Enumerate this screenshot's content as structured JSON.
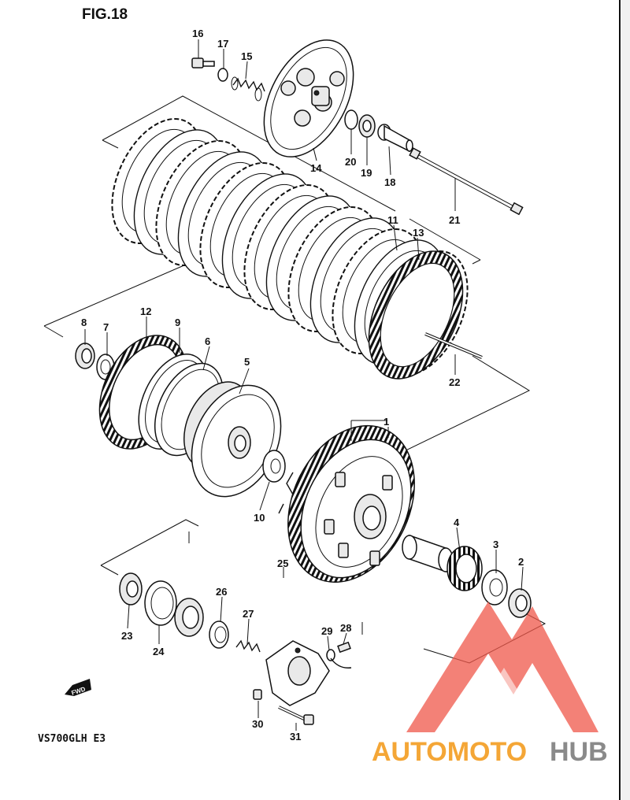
{
  "figure": {
    "title": "FIG.18",
    "model": "VS700GLH E3",
    "fwd_label": "FWD"
  },
  "watermark": {
    "text_part1": "AUTOMOTO",
    "text_part2": "HUB",
    "color_part1": "#f4a636",
    "color_part2": "#8a8a8a",
    "logo_color": "#f0584a"
  },
  "callouts": [
    "1",
    "2",
    "3",
    "4",
    "5",
    "6",
    "7",
    "8",
    "9",
    "10",
    "11",
    "12",
    "13",
    "14",
    "15",
    "16",
    "17",
    "18",
    "19",
    "20",
    "21",
    "22",
    "23",
    "24",
    "25",
    "26",
    "27",
    "28",
    "29",
    "30",
    "31"
  ]
}
